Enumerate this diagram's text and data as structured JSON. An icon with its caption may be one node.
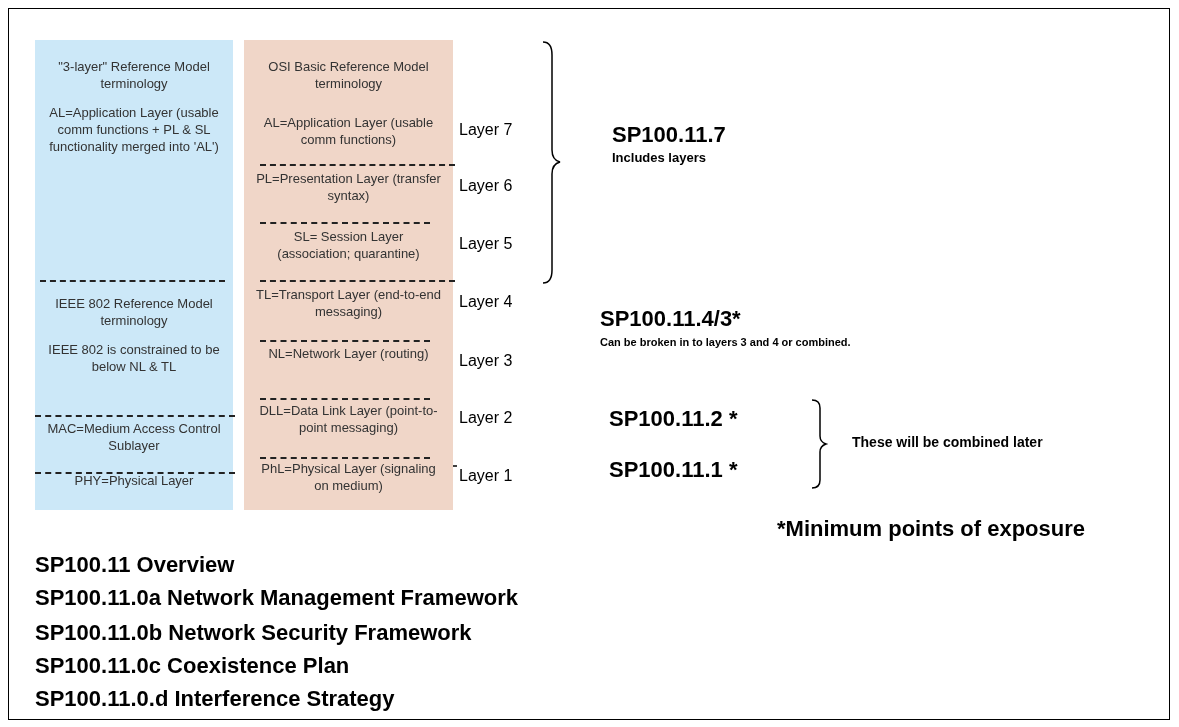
{
  "diagram": {
    "nodes": [
      {
        "text": [],
        "shape": "box"
      },
      {
        "text": [
          "\"3-layer\" Reference Model terminology",
          "AL=Application Layer (usable comm functions + PL & SL functionality merged into 'AL')"
        ],
        "in": 0
      },
      {
        "text": [
          "IEEE 802 Reference Model terminology",
          "IEEE 802 is constrained to be below NL & TL"
        ],
        "in": 0
      },
      {
        "text": [
          "MAC=Medium Access Control Sublayer"
        ],
        "in": 0
      },
      {
        "text": [
          "PHY=Physical Layer"
        ],
        "in": 0
      },
      {
        "text": [
          "OSI Basic Reference Model terminology"
        ]
      },
      {
        "text": [
          "AL=Application Layer (usable comm functions)"
        ],
        "in": 5,
        "beside": [
          "Layer 7"
        ]
      },
      {
        "text": [
          "PL=Presentation Layer (transfer syntax)"
        ],
        "in": 5,
        "beside": [
          "Layer 6"
        ]
      },
      {
        "text": [
          "SL= Session Layer (association; quarantine)"
        ],
        "in": 5,
        "beside": [
          "Layer 5"
        ]
      },
      {
        "text": [
          "TL=Transport Layer (end-to-end messaging)"
        ],
        "in": 5,
        "beside": [
          "Layer 4"
        ]
      },
      {
        "text": [
          "NL=Network Layer (routing)"
        ],
        "in": 5,
        "beside": [
          "Layer 3"
        ]
      },
      {
        "text": [
          "DLL=Data Link Layer (point-to-point messaging)"
        ],
        "in": 5,
        "beside": [
          "Layer 2"
        ]
      },
      {
        "text": [
          "PhL=Physical Layer (signaling on medium)"
        ],
        "in": 5,
        "beside": [
          "Layer 1"
        ]
      }
    ],
    "edges": [],
    "labels": [
      "SP100.11.7",
      "Includes layers",
      "SP100.11.4/3*",
      "Can be broken in to layers 3 and 4 or combined.",
      "SP100.11.2 *",
      "SP100.11.1 *",
      "These will be combined later",
      "*Minimum points of exposure",
      "SP100.11 Overview",
      "SP100.11.0a Network Management Framework",
      "SP100.11.0b Network Security Framework",
      "SP100.11.0c Coexistence Plan",
      "SP100.11.0.d Interference Strategy"
    ]
  }
}
